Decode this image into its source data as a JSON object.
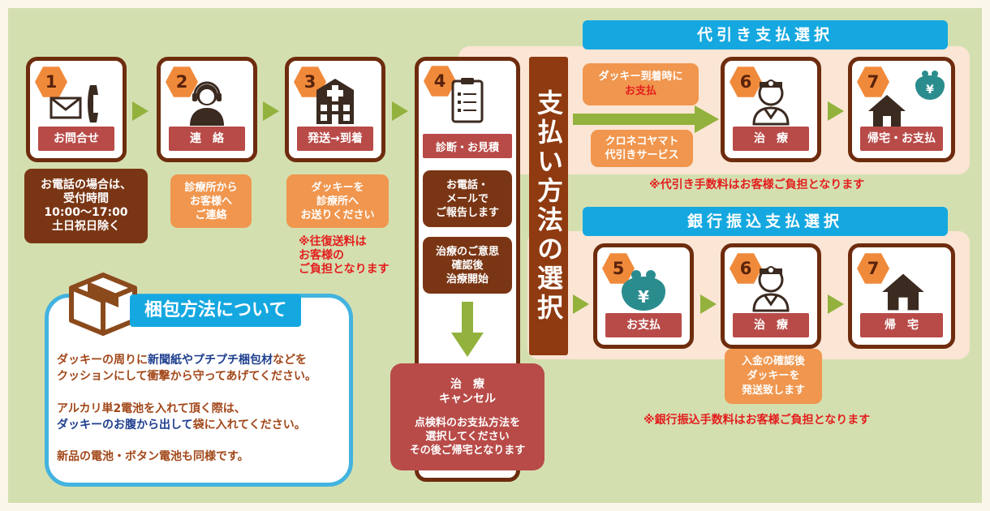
{
  "steps": {
    "s1": {
      "num": "1",
      "label": "お問合せ"
    },
    "s2": {
      "num": "2",
      "label": "連　絡"
    },
    "s3": {
      "num": "3",
      "label": "発送→到着"
    },
    "s4": {
      "num": "4",
      "label": "診断・お見積"
    }
  },
  "notes": {
    "contact": "お電話の場合は、\n受付時間\n10:00〜17:00\n土日祝日除く",
    "clinic_contact": "診療所から\nお客様へ\nご連絡",
    "ship": "ダッキーを\n診療所へ\nお送りください",
    "ship_fee_note": "※往復送料は\nお客様の\nご負担となります",
    "report": "お電話・\nメールで\nご報告します",
    "start": "治療のご意思\n確認後\n治療開始",
    "cancel_title": "治　療\nキャンセル",
    "cancel_body": "点検料のお支払方法を\n選択してください\nその後ご帰宅となります"
  },
  "payment_select": "支払い方法の選択",
  "cod": {
    "header": "代引き支払選択",
    "arrival_text": "ダッキー到着時に",
    "arrival_red": "お支払",
    "service": "クロネコヤマト\n代引きサービス",
    "fee_note": "※代引き手数料はお客様ご負担となります",
    "step6": {
      "num": "6",
      "label": "治　療"
    },
    "step7": {
      "num": "7",
      "label": "帰宅・お支払"
    }
  },
  "bank": {
    "header": "銀行振込支払選択",
    "step5": {
      "num": "5",
      "label": "お支払"
    },
    "step6": {
      "num": "6",
      "label": "治　療"
    },
    "step7": {
      "num": "7",
      "label": "帰　宅"
    },
    "confirm": "入金の確認後\nダッキーを\n発送致します",
    "fee_note": "※銀行振込手数料はお客様ご負担となります"
  },
  "packing": {
    "title": "梱包方法について",
    "l1a": "ダッキーの周りに",
    "l1b": "新聞紙やプチプチ梱包材",
    "l1c": "などを",
    "l2": "クッションにして衝撃から守ってあげてください。",
    "l3": "アルカリ単2電池を入れて頂く際は、",
    "l4a": "ダッキーのお腹から出して",
    "l4b": "袋",
    "l4c": "に入れてください。",
    "l5": "新品の電池・ボタン電池も同様です。"
  },
  "colors": {
    "brown": "#6e2c0e",
    "orange": "#f0964e",
    "red_label": "#b84b48",
    "green_arrow": "#92b23d",
    "blue_header": "#15a8e0",
    "teal_icon": "#2b8c8e"
  }
}
